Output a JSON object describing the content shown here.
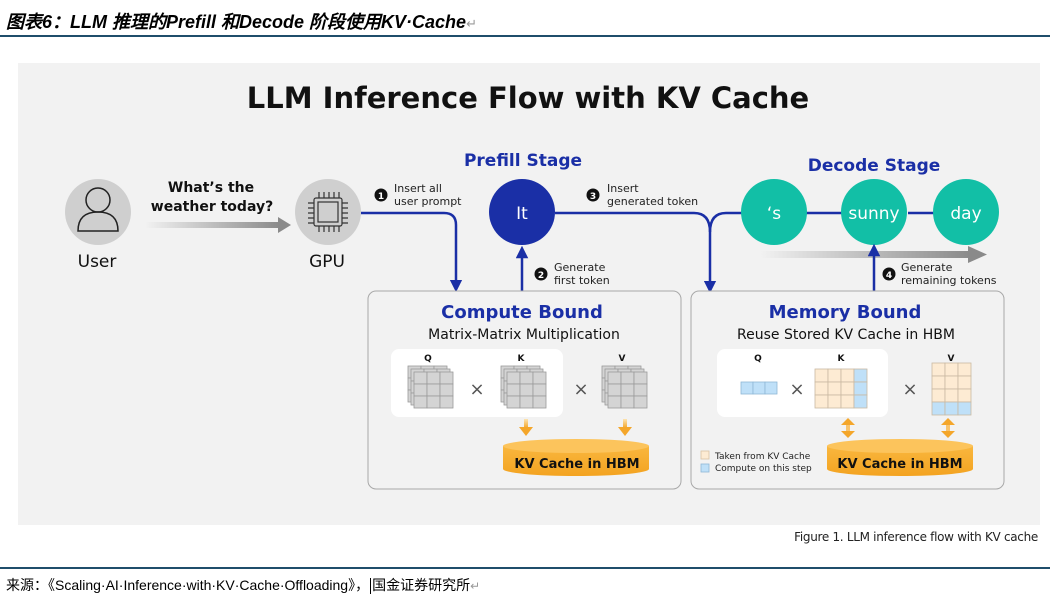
{
  "caption": {
    "title": "图表6：LLM 推理的Prefill 和Decode 阶段使用KV·Cache",
    "return_mark": "↵"
  },
  "diagram": {
    "title": "LLM Inference Flow with KV Cache",
    "user_label": "User",
    "gpu_label": "GPU",
    "prompt_line1": "What’s the",
    "prompt_line2": "weather today?",
    "prefill_stage": "Prefill Stage",
    "decode_stage": "Decode Stage",
    "steps": [
      {
        "num": "1",
        "line1": "Insert all",
        "line2": "user prompt"
      },
      {
        "num": "2",
        "line1": "Generate",
        "line2": "first token"
      },
      {
        "num": "3",
        "line1": "Insert",
        "line2": "generated token"
      },
      {
        "num": "4",
        "line1": "Generate",
        "line2": "remaining tokens"
      }
    ],
    "tokens": {
      "prefill": "It",
      "decode": [
        "‘s",
        "sunny",
        "day"
      ]
    },
    "compute_box": {
      "title": "Compute Bound",
      "subtitle": "Matrix-Matrix Multiplication",
      "q": "Q",
      "k": "K",
      "v": "V",
      "times": "×",
      "cache": "KV Cache in HBM"
    },
    "memory_box": {
      "title": "Memory Bound",
      "subtitle": "Reuse Stored KV Cache in HBM",
      "q": "Q",
      "k": "K",
      "v": "V",
      "times": "×",
      "cache": "KV Cache in HBM",
      "legend": [
        {
          "label": "Taken from KV Cache",
          "color": "#fdebd3"
        },
        {
          "label": "Compute on this step",
          "color": "#bfe0f8"
        }
      ]
    },
    "colors": {
      "prefill_blue": "#1a2fa6",
      "decode_teal": "#12bfa6",
      "title_blue": "#1a2fa6",
      "cache_orange": "#f7b33c",
      "panel_bg": "#f2f2f2"
    }
  },
  "figure_label": "Figure 1. LLM inference flow with KV cache",
  "source": {
    "prefix": "来源：《Scaling·AI·Inference·with·KV·Cache·Offloading》，",
    "org": "国金证券研究所",
    "return_mark": "↵"
  }
}
